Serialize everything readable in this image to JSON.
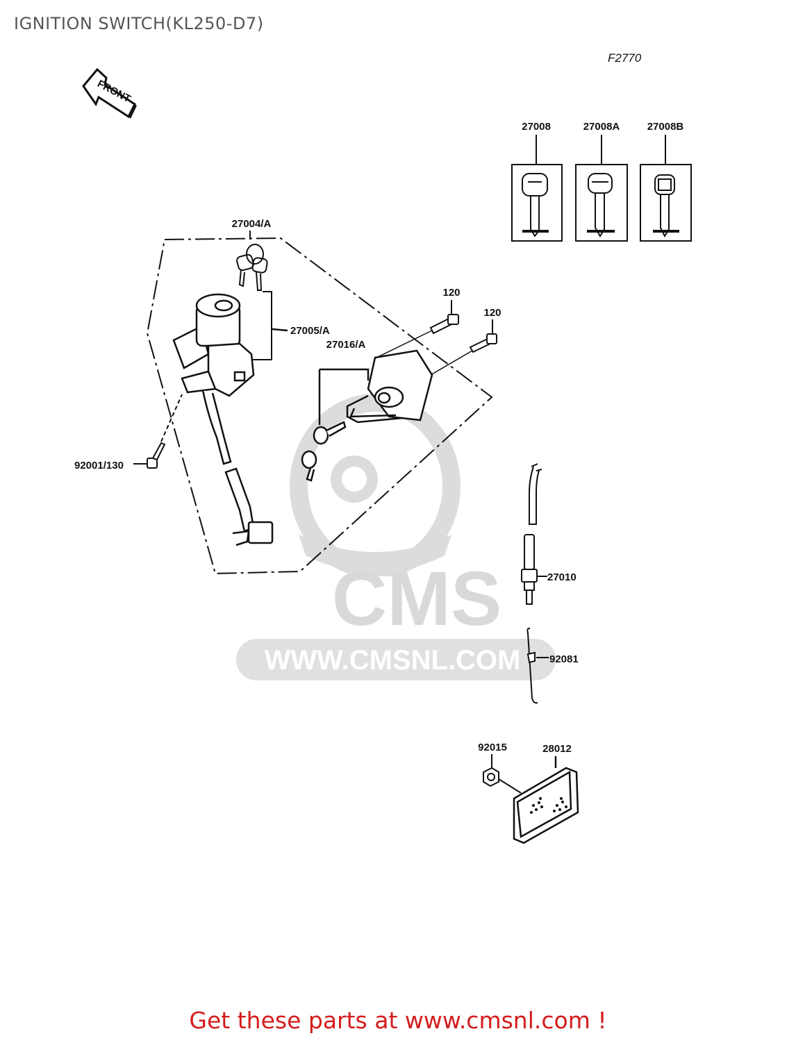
{
  "page": {
    "title": "IGNITION SWITCH(KL250-D7)",
    "figure_code": "F2770",
    "front_label": "FRONT",
    "footer": "Get these parts at www.cmsnl.com !"
  },
  "watermark": {
    "brand": "CMS",
    "url": "WWW.CMSNL.COM"
  },
  "parts": {
    "key_a": "27008",
    "key_b": "27008A",
    "key_c": "27008B",
    "key_set": "27004/A",
    "ignition_switch": "27005/A",
    "bolt_1": "120",
    "bolt_2": "120",
    "seat_lock": "27016/A",
    "screw": "92001/130",
    "neutral_switch": "27010",
    "clamp": "92081",
    "nut": "92015",
    "reflector": "28012"
  },
  "colors": {
    "line": "#111111",
    "watermark": "#d9d9d9",
    "footer": "#d41c1c",
    "title": "#555555"
  }
}
